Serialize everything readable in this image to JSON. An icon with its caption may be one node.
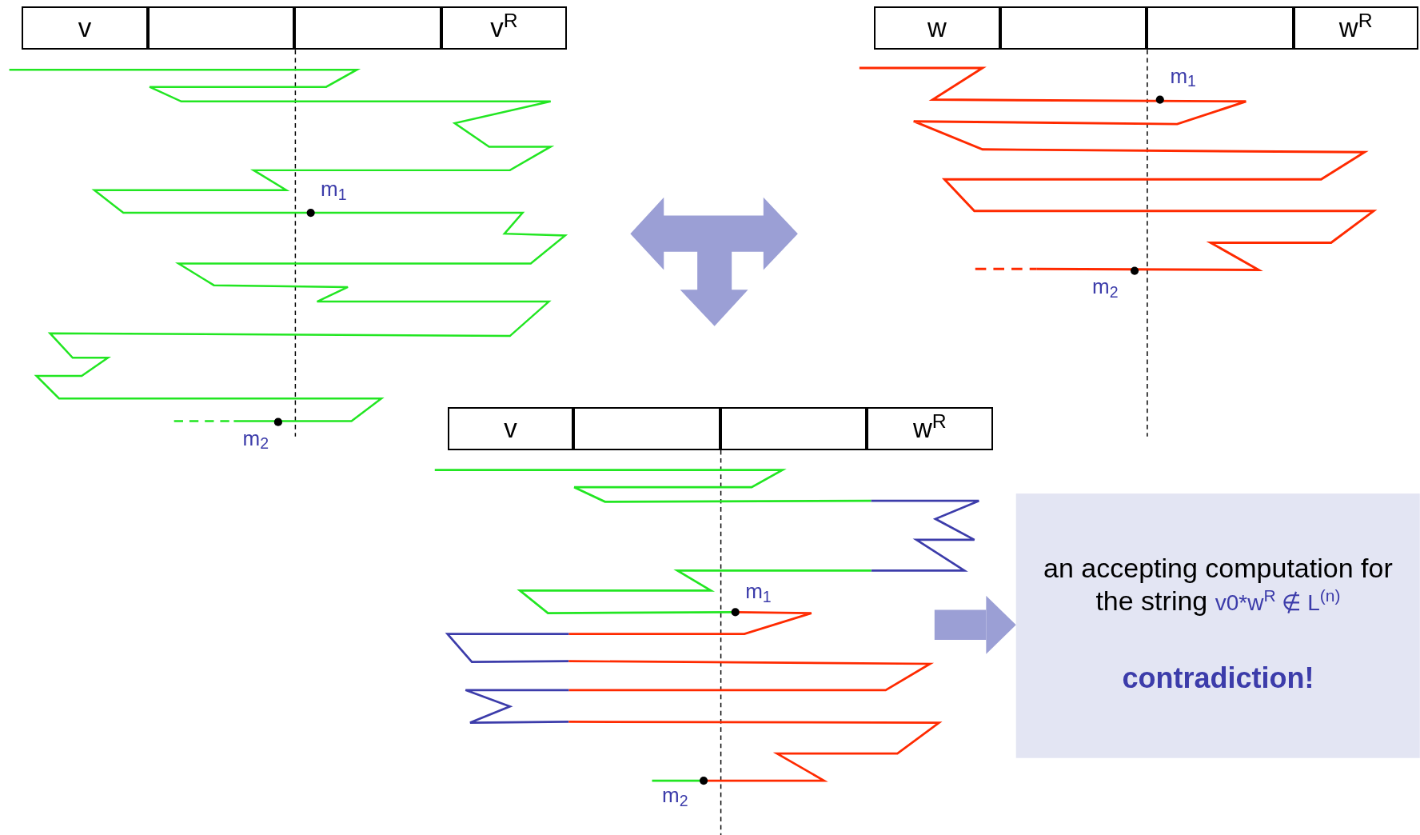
{
  "diagram": {
    "nodes": [
      {
        "text": [
          "v"
        ]
      },
      {
        "text": [],
        "shape": "box"
      },
      {
        "text": [],
        "shape": "box"
      },
      {
        "text": [
          "v$^{R}$"
        ]
      },
      {
        "text": [
          "w"
        ]
      },
      {
        "text": [],
        "shape": "box"
      },
      {
        "text": [],
        "shape": "box"
      },
      {
        "text": [
          "w$^{R}$"
        ]
      },
      {
        "text": [
          "v"
        ]
      },
      {
        "text": [],
        "shape": "box"
      },
      {
        "text": [],
        "shape": "box"
      },
      {
        "text": [
          "w$^{R}$"
        ]
      },
      {
        "text": [
          "an accepting computation for the string",
          "v0*w$^{R}$ ∉ L$^{(n)}$",
          "contradiction!"
        ]
      }
    ],
    "edges": [
      {
        "from": null,
        "to": 12,
        "arrow": "to"
      }
    ],
    "labels": [
      "m$_{1}$",
      "m$_{1}$",
      "m$_{2}$",
      "m$_{2}$",
      "m$_{1}$",
      "m$_{2}$"
    ]
  }
}
